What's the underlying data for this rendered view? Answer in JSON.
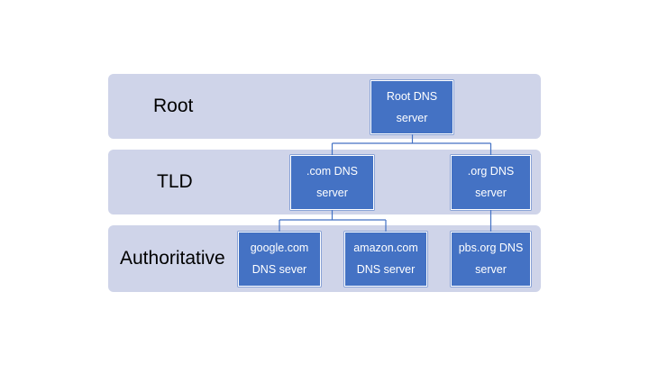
{
  "tiers": {
    "root": "Root",
    "tld": "TLD",
    "authoritative": "Authoritative"
  },
  "nodes": {
    "root": {
      "line1": "Root DNS",
      "line2": "server"
    },
    "com": {
      "line1": ".com DNS",
      "line2": "server"
    },
    "org": {
      "line1": ".org DNS",
      "line2": "server"
    },
    "google": {
      "line1": "google.com",
      "line2": "DNS sever"
    },
    "amazon": {
      "line1": "amazon.com",
      "line2": "DNS server"
    },
    "pbs": {
      "line1": "pbs.org DNS",
      "line2": "server"
    }
  },
  "edges": [
    [
      "root",
      "com"
    ],
    [
      "root",
      "org"
    ],
    [
      "com",
      "google"
    ],
    [
      "com",
      "amazon"
    ],
    [
      "org",
      "pbs"
    ]
  ],
  "colors": {
    "tier_band": "#cfd4e9",
    "node_fill": "#4472c4",
    "node_text": "#ffffff",
    "connector": "#4472c4"
  }
}
